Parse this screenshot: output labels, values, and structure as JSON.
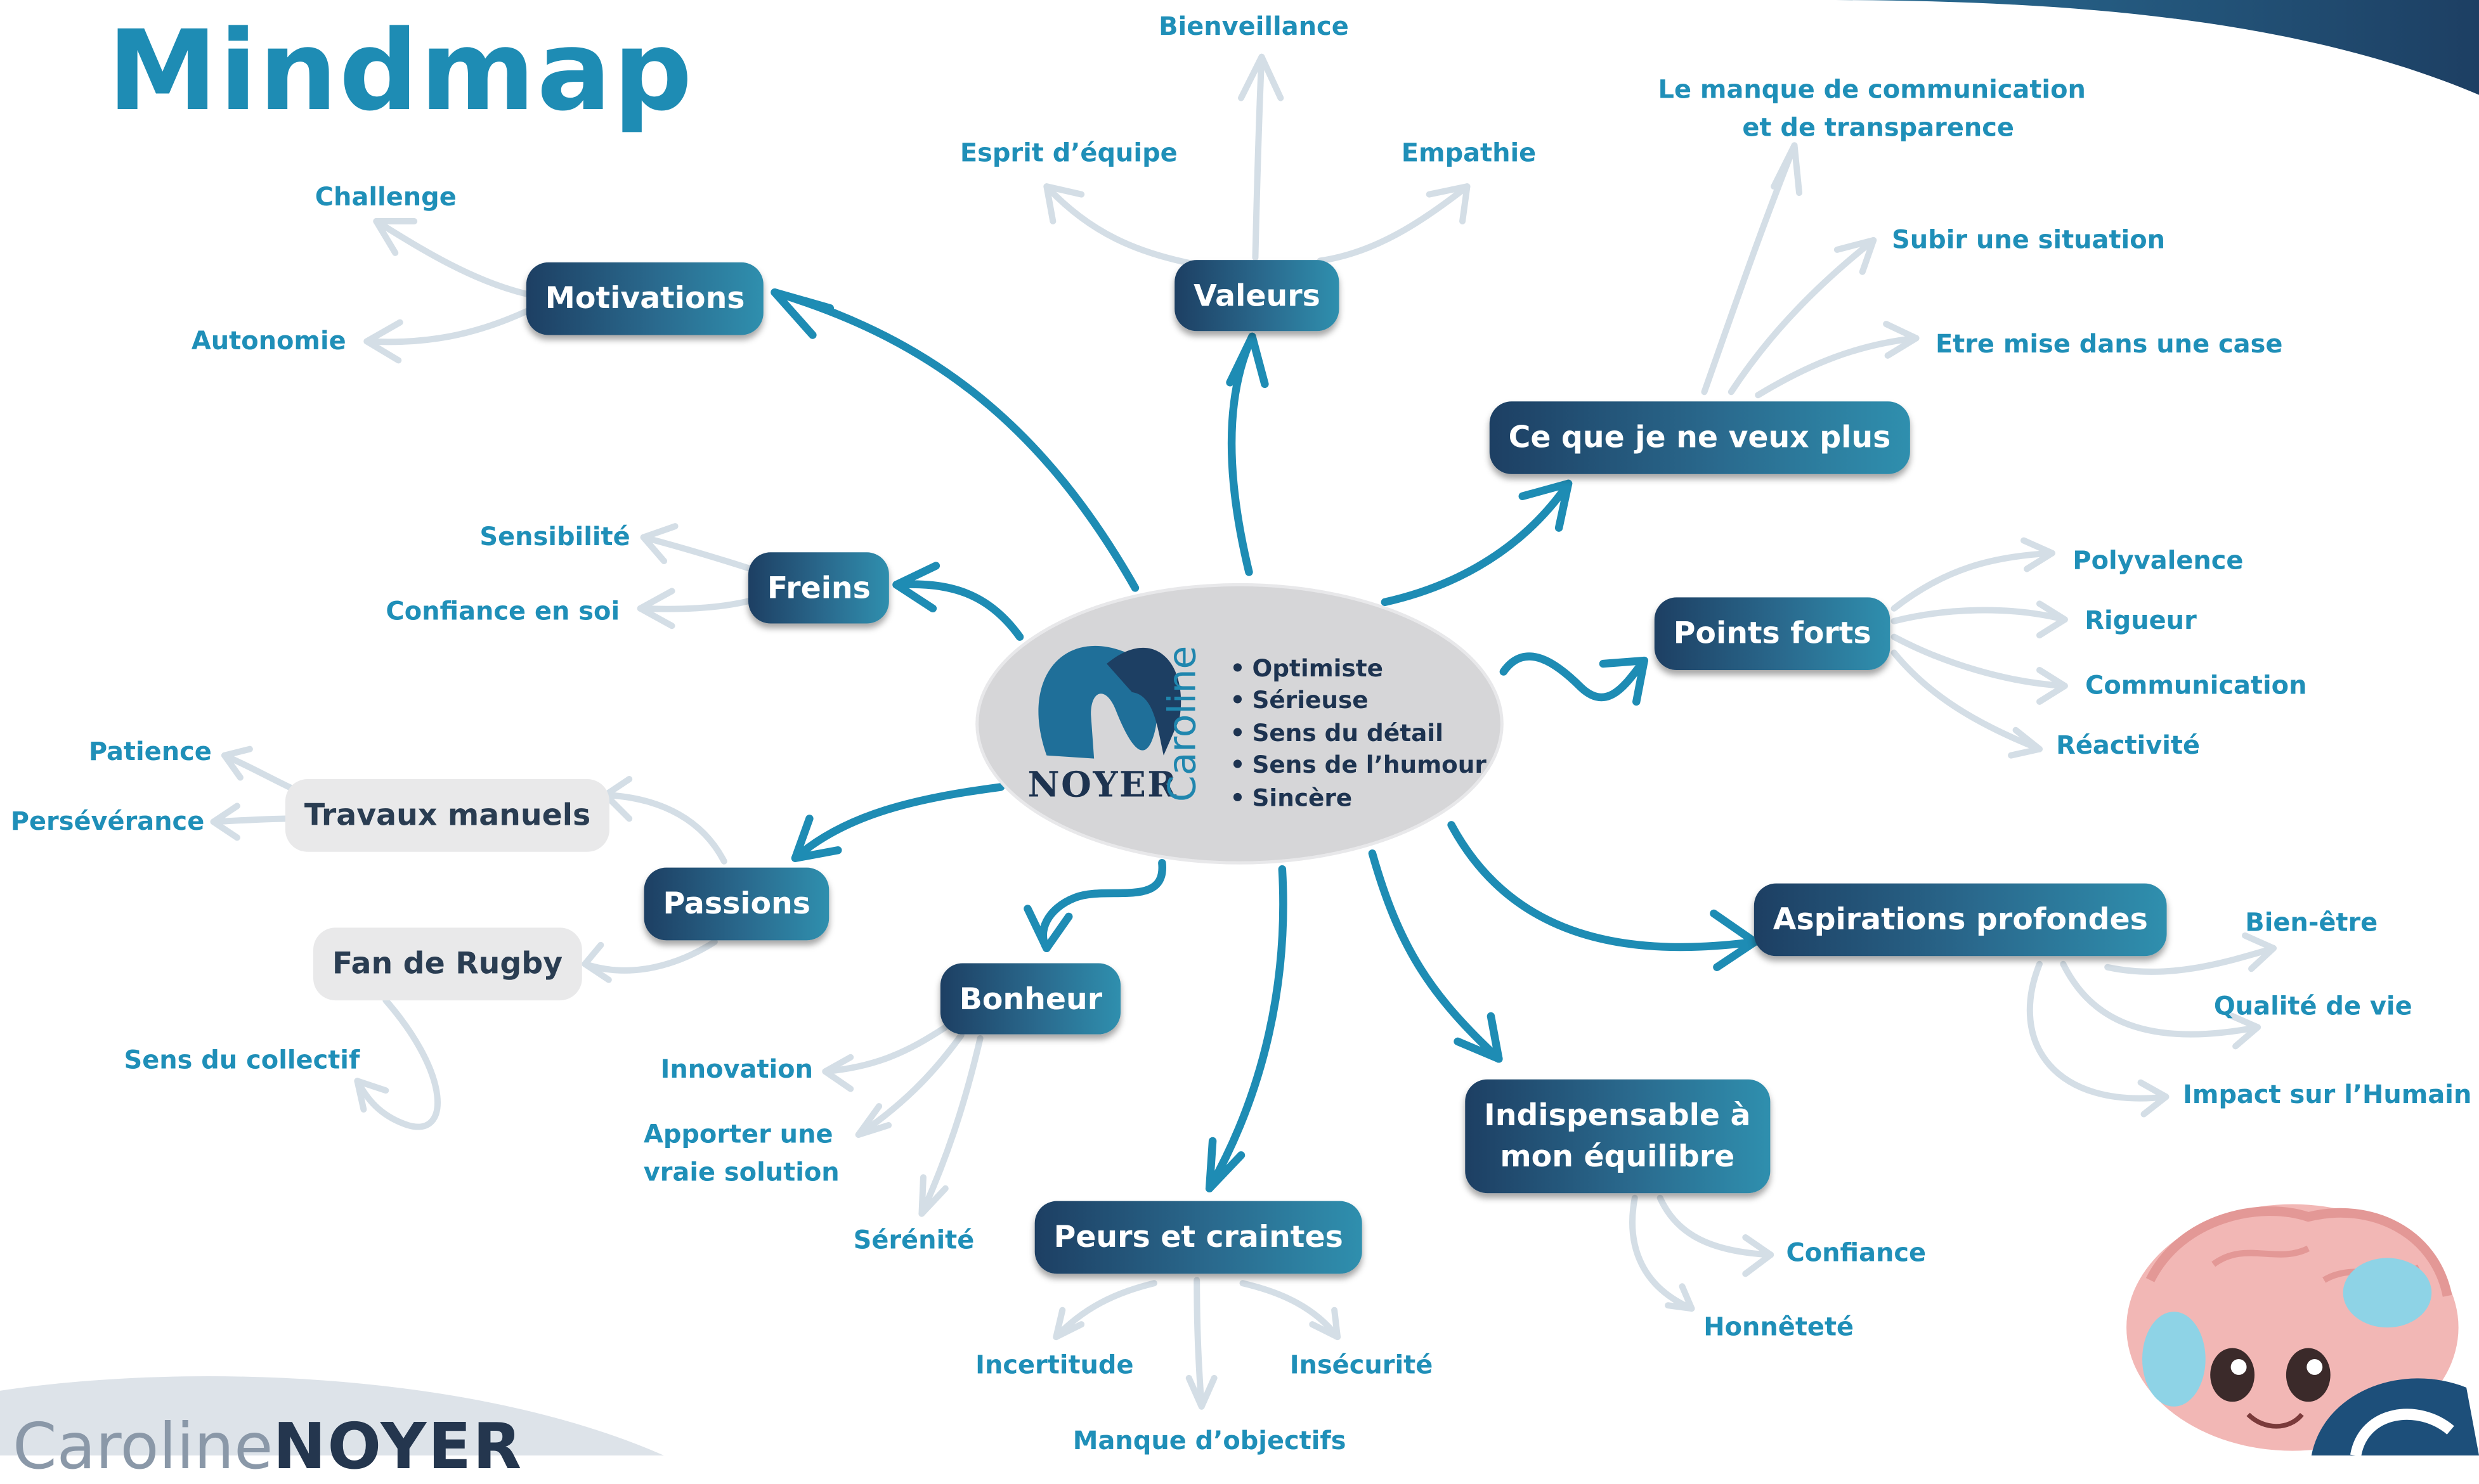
{
  "title": "Mindmap",
  "center": {
    "first_name": "Caroline",
    "last_name": "NOYER",
    "traits": [
      "Optimiste",
      "Sérieuse",
      "Sens du détail",
      "Sens de l’humour",
      "Sincère"
    ]
  },
  "footer": {
    "first": "Caroline",
    "last": "NOYER"
  },
  "branches": {
    "valeurs": {
      "label": "Valeurs",
      "leaves": [
        "Bienveillance",
        "Esprit d’équipe",
        "Empathie"
      ]
    },
    "motivations": {
      "label": "Motivations",
      "leaves": [
        "Challenge",
        "Autonomie"
      ]
    },
    "freins": {
      "label": "Freins",
      "leaves": [
        "Sensibilité",
        "Confiance en soi"
      ]
    },
    "passions": {
      "label": "Passions",
      "sub": [
        "Travaux manuels",
        "Fan de Rugby"
      ],
      "leaves": [
        "Patience",
        "Persévérance",
        "Sens du collectif"
      ]
    },
    "bonheur": {
      "label": "Bonheur",
      "leaves": [
        "Innovation",
        "Apporter une",
        "vraie solution",
        "Sérénité"
      ]
    },
    "peurs": {
      "label": "Peurs et craintes",
      "leaves": [
        "Incertitude",
        "Insécurité",
        "Manque d’objectifs"
      ]
    },
    "indispensable": {
      "label_1": "Indispensable à",
      "label_2": "mon équilibre",
      "leaves": [
        "Confiance",
        "Honnêteté"
      ]
    },
    "aspirations": {
      "label": "Aspirations profondes",
      "leaves": [
        "Bien-être",
        "Qualité de vie",
        "Impact sur l’Humain"
      ]
    },
    "points_forts": {
      "label": "Points forts",
      "leaves": [
        "Polyvalence",
        "Rigueur",
        "Communication",
        "Réactivité"
      ]
    },
    "ne_veux_plus": {
      "label": "Ce que je ne veux plus",
      "leaves": [
        "Le manque de communication",
        "et de transparence",
        "Subir une situation",
        "Etre mise dans une case"
      ]
    }
  },
  "colors": {
    "accent": "#1e8cb4",
    "dark_blue": "#1d3f63",
    "leaf_arrow": "#d4dee6",
    "center_bg": "#d6d6d8"
  },
  "icons": [
    "logo-icon",
    "brain-mascot-icon"
  ]
}
